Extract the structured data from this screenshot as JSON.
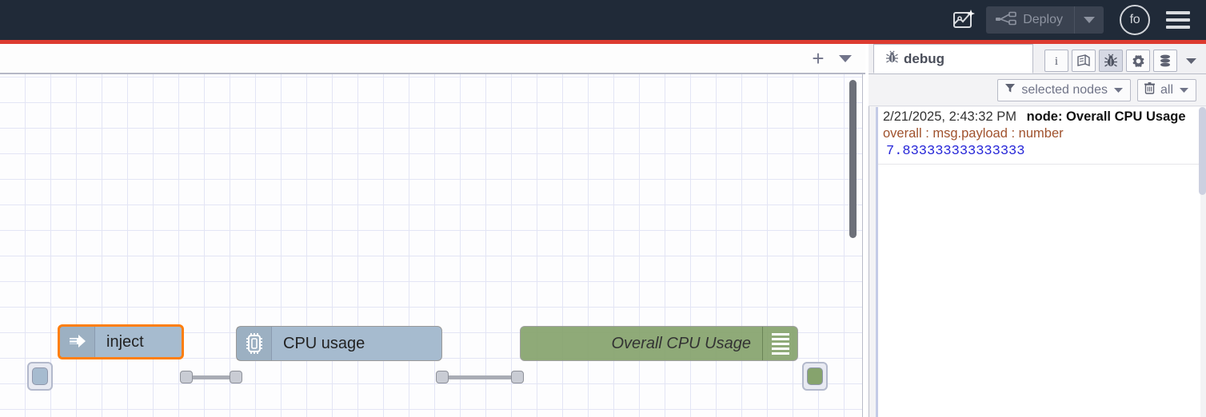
{
  "header": {
    "ai_icon": "flow-sparkle-icon",
    "deploy": {
      "label": "Deploy",
      "icon": "deploy-icon",
      "caret": "chevron-down-icon",
      "enabled": false
    },
    "avatar_initials": "fo",
    "menu_icon": "hamburger-menu-icon",
    "bg_color": "#202A38",
    "accent_bar_color": "#dd3b30"
  },
  "workspace": {
    "tabbar": {
      "add_label": "+",
      "caret_icon": "chevron-down-icon"
    },
    "canvas": {
      "grid_size": 32,
      "grid_color": "#e3e5f5",
      "background": "#fdfdfe",
      "scrollbar_visible": true
    },
    "nodes": [
      {
        "id": "inject",
        "type": "inject",
        "label": "inject",
        "icon": "inject-arrow-icon",
        "color": "#a6bbcf",
        "selected": true,
        "selection_color": "#ff7f0e",
        "has_button_handle": true,
        "label_align": "left"
      },
      {
        "id": "cpu-usage",
        "type": "cpu",
        "label": "CPU usage",
        "icon": "microchip-icon",
        "color": "#a6bbcf",
        "selected": false,
        "label_align": "left"
      },
      {
        "id": "overall-cpu-usage",
        "type": "debug",
        "label": "Overall CPU Usage",
        "icon": "debug-lines-icon",
        "color": "#86a36d",
        "selected": false,
        "has_button_handle": true,
        "label_align": "right",
        "italic": true
      }
    ]
  },
  "sidebar": {
    "active_tab": {
      "label": "debug",
      "icon": "bug-icon"
    },
    "tools": [
      {
        "name": "info-icon",
        "glyph": "i",
        "active": false
      },
      {
        "name": "help-book-icon",
        "glyph": "book",
        "active": false
      },
      {
        "name": "debug-bug-icon",
        "glyph": "bug",
        "active": true
      },
      {
        "name": "config-gear-icon",
        "glyph": "gear",
        "active": false
      },
      {
        "name": "context-stack-icon",
        "glyph": "stack",
        "active": false
      }
    ],
    "tools_caret": "chevron-down-icon",
    "filters": [
      {
        "name": "node-filter",
        "icon": "funnel-icon",
        "label": "selected nodes",
        "caret": "chevron-down-icon"
      },
      {
        "name": "clear-filter",
        "icon": "trash-icon",
        "label": "all",
        "caret": "chevron-down-icon"
      }
    ],
    "messages": [
      {
        "timestamp": "2/21/2025, 2:43:32 PM",
        "node_ref": "node: Overall CPU Usage",
        "topic": "overall : msg.payload : number",
        "value": "7.833333333333333",
        "topic_color": "#a0522d",
        "value_color": "#2727d8"
      }
    ]
  }
}
